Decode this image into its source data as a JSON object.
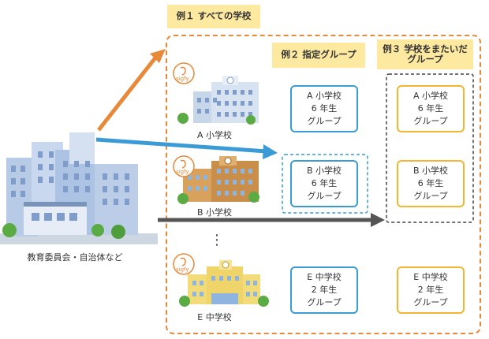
{
  "example1": {
    "label": "例１ すべての学校"
  },
  "example2": {
    "label": "例２ 指定グループ"
  },
  "example3": {
    "label_line1": "例３ 学校をまたいだ",
    "label_line2": "グループ"
  },
  "source": {
    "label": "教育委員会・自治体など"
  },
  "schools": [
    {
      "label": "A 小学校"
    },
    {
      "label": "B 小学校"
    },
    {
      "label": "E 中学校"
    }
  ],
  "ellipsis": "⋮",
  "blue_groups": [
    {
      "school": "A 小学校",
      "grade": "6 年生",
      "group": "グループ"
    },
    {
      "school": "B 小学校",
      "grade": "6 年生",
      "group": "グループ"
    },
    {
      "school": "E 中学校",
      "grade": "2 年生",
      "group": "グループ"
    }
  ],
  "yellow_groups": [
    {
      "school": "A 小学校",
      "grade": "6 年生",
      "group": "グループ"
    },
    {
      "school": "B 小学校",
      "grade": "6 年生",
      "group": "グループ"
    },
    {
      "school": "E 中学校",
      "grade": "2 年生",
      "group": "グループ"
    }
  ],
  "logo_text": "sigfy",
  "colors": {
    "orange": "#e8893a",
    "blue": "#3a9bd6",
    "gray": "#555555",
    "yellow": "#f2b630",
    "tag": "#fde9a0"
  }
}
